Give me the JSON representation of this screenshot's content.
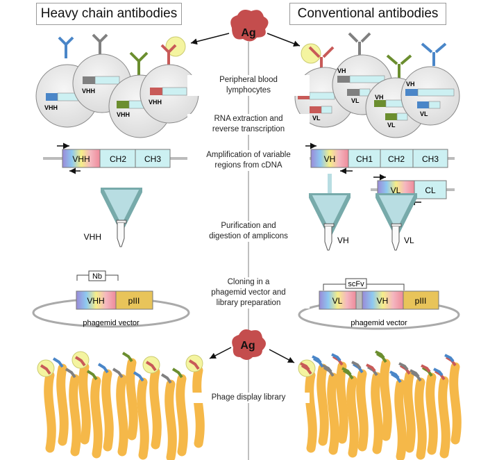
{
  "titles": {
    "left": "Heavy chain antibodies",
    "right": "Conventional antibodies"
  },
  "antigen_label": "Ag",
  "steps": [
    "Peripheral blood\nlymphocytes",
    "RNA extraction and\nreverse transcription",
    "Amplification of variable\nregions from cDNA",
    "Purification and\ndigestion of amplicons",
    "Cloning in a\nphagemid vector and\nlibrary preparation",
    "Phage display library"
  ],
  "left": {
    "cell_gene_label": "VHH",
    "gene_segments": [
      "VHH",
      "CH2",
      "CH3"
    ],
    "amplicon_label": "VHH",
    "construct_bracket": "Nb",
    "construct_segments": [
      "VHH",
      "pIII"
    ],
    "vector_label": "phagemid vector"
  },
  "right": {
    "cell_heavy_label": "VH",
    "cell_light_label": "VL",
    "heavy_segments": [
      "VH",
      "CH1",
      "CH2",
      "CH3"
    ],
    "light_segments": [
      "VL",
      "CL"
    ],
    "amplicon_labels": [
      "VH",
      "VL"
    ],
    "construct_bracket": "scFv",
    "construct_segments": [
      "VL",
      "VH",
      "pIII"
    ],
    "vector_label": "phagemid vector"
  },
  "colors": {
    "blue": "#4a86c8",
    "gray": "#808080",
    "green": "#6b8e2f",
    "red": "#c85a58",
    "constant": "#ccf0f2",
    "pIII": "#e8c45a",
    "phage": "#f5b849",
    "antigen": "#c44d4d",
    "highlight": "#f4f4a0"
  }
}
